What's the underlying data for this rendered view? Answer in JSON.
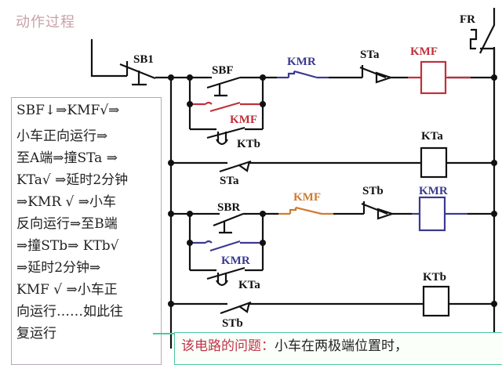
{
  "title": "动作过程",
  "process_lines": [
    "SBF↓⇒KMF√⇒",
    "小车正向运行⇒",
    "至A端⇒撞STa ⇒",
    "KTa√ ⇒延时2分钟",
    "⇒KMR √ ⇒小车",
    "反向运行⇒至B端",
    "⇒撞STb⇒ KTb√",
    "⇒延时2分钟⇒",
    "KMF √ ⇒小车正",
    "向运行……如此往",
    "复运行"
  ],
  "circuit": {
    "labels": {
      "fr": "FR",
      "sb1": "SB1",
      "sbf": "SBF",
      "kmf_hold": "KMF",
      "ktb_nc1": "KTb",
      "kmr_interlock1": "KMR",
      "sta_nc": "STa",
      "kmf_coil": "KMF",
      "sta_no": "STa",
      "kta_coil": "KTa",
      "sbr": "SBR",
      "kmr_hold": "KMR",
      "kta_nc": "KTa",
      "kmf_interlock2": "KMF",
      "stb_nc": "STb",
      "kmr_coil": "KMR",
      "stb_no": "STb",
      "ktb_coil": "KTb"
    },
    "colors": {
      "wire": "#111111",
      "kmf_red": "#c0303a",
      "kmr_blue": "#3a3a90",
      "kmf_orange": "#d07a30"
    }
  },
  "note": {
    "highlight": "该电路的问题：",
    "text": "小车在两极端位置时，"
  }
}
